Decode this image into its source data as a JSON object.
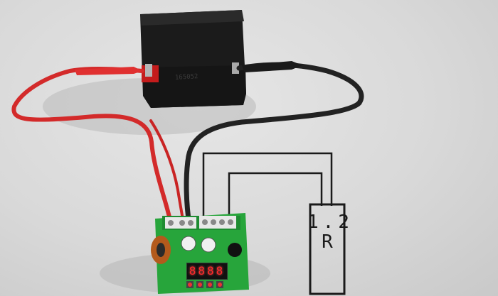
{
  "photo": {
    "battery_code": "165052",
    "resistor_value_line1": "1.2",
    "resistor_value_line2": "R",
    "display_digits": "8888",
    "colors": {
      "background": "#d9d9d9",
      "battery": "#1b1b1b",
      "pcb": "#27a53b",
      "red_wire": "#d32a2a",
      "black_wire": "#222222",
      "diagram_line": "#1a1a1a"
    }
  }
}
